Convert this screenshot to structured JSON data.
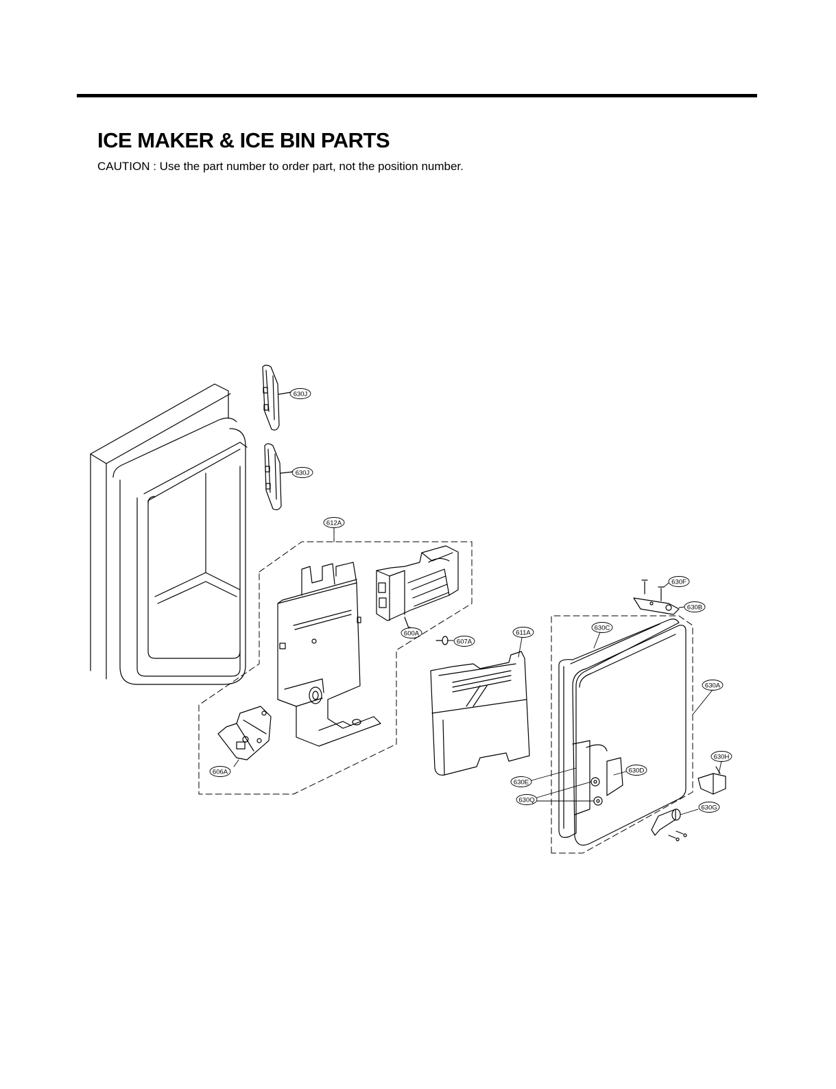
{
  "header": {
    "title": "ICE MAKER & ICE BIN PARTS",
    "caution": "CAUTION : Use the part number to order part, not the position number."
  },
  "diagram": {
    "labels": {
      "l630J_top": "630J",
      "l630J_bottom": "630J",
      "l612A": "612A",
      "l600A": "600A",
      "l607A": "607A",
      "l611A": "611A",
      "l606A": "606A",
      "l630F": "630F",
      "l630B": "630B",
      "l630C": "630C",
      "l630A": "630A",
      "l630H": "630H",
      "l630D": "630D",
      "l630E": "630E",
      "l630Q": "630Q",
      "l630G": "630G"
    }
  }
}
